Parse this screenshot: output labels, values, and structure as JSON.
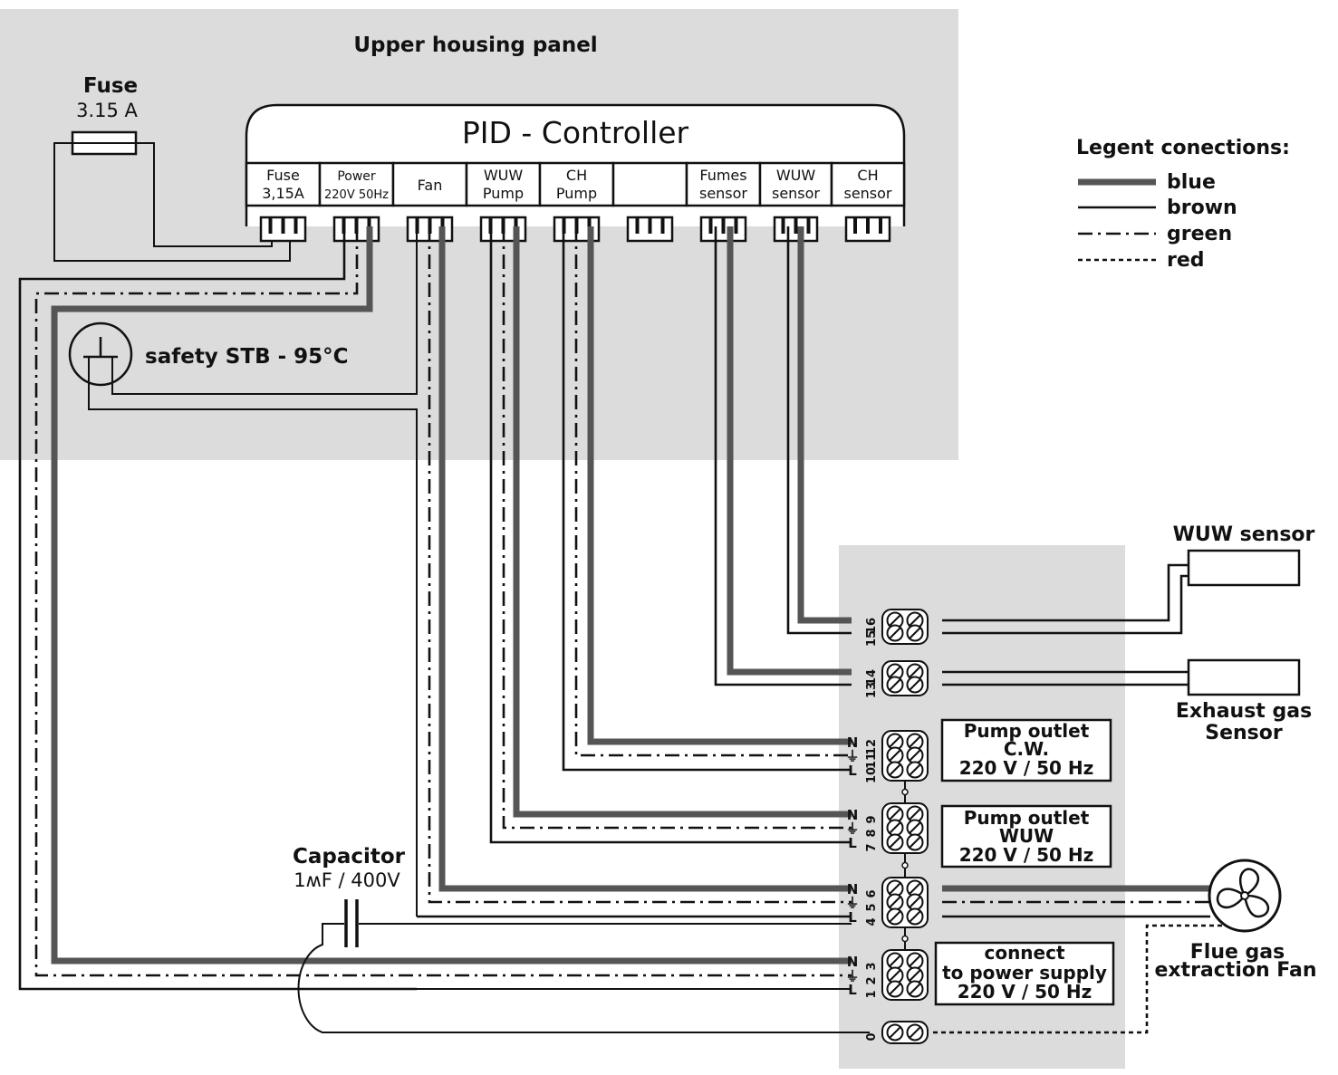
{
  "housing": {
    "title": "Upper housing panel"
  },
  "fuse": {
    "title": "Fuse",
    "rating": "3.15 A"
  },
  "controller": {
    "title": "PID - Controller",
    "slots": [
      {
        "line1": "Fuse",
        "line2": "3,15A"
      },
      {
        "line1": "Power",
        "line2": "220V 50Hz"
      },
      {
        "line1": "Fan",
        "line2": ""
      },
      {
        "line1": "WUW",
        "line2": "Pump"
      },
      {
        "line1": "CH",
        "line2": "Pump"
      },
      {
        "line1": "",
        "line2": ""
      },
      {
        "line1": "Fumes",
        "line2": "sensor"
      },
      {
        "line1": "WUW",
        "line2": "sensor"
      },
      {
        "line1": "CH",
        "line2": "sensor"
      }
    ]
  },
  "stb": {
    "label": "safety STB - 95°C"
  },
  "legend": {
    "title": "Legent conections:",
    "items": [
      {
        "label": "blue",
        "style": "thick"
      },
      {
        "label": "brown",
        "style": "solid"
      },
      {
        "label": "green",
        "style": "dash-dot"
      },
      {
        "label": "red",
        "style": "dotted"
      }
    ]
  },
  "capacitor": {
    "title": "Capacitor",
    "rating": "1ʍF / 400V"
  },
  "terminals": {
    "sensors": [
      {
        "numbers": [
          "16",
          "15"
        ]
      },
      {
        "numbers": [
          "14",
          "13"
        ]
      }
    ],
    "blocks": [
      {
        "numbers": [
          "12",
          "11",
          "10"
        ],
        "marks": [
          "N",
          "⏚",
          "L"
        ]
      },
      {
        "numbers": [
          "9",
          "8",
          "7"
        ],
        "marks": [
          "N",
          "⏚",
          "L"
        ]
      },
      {
        "numbers": [
          "6",
          "5",
          "4"
        ],
        "marks": [
          "N",
          "⏚",
          "L"
        ]
      },
      {
        "numbers": [
          "3",
          "2",
          "1"
        ],
        "marks": [
          "N",
          "⏚",
          "L"
        ]
      }
    ],
    "zero": "0"
  },
  "outlets": {
    "pump_cw": [
      "Pump outlet",
      "C.W.",
      "220 V / 50 Hz"
    ],
    "pump_wuw": [
      "Pump outlet",
      "WUW",
      "220 V / 50 Hz"
    ],
    "power": [
      "connect",
      "to power supply",
      "220 V / 50 Hz"
    ]
  },
  "devices": {
    "wuw_sensor": "WUW sensor",
    "exhaust_sensor": [
      "Exhaust gas",
      "Sensor"
    ],
    "fan": [
      "Flue gas",
      "extraction Fan"
    ]
  },
  "colors": {
    "panel": "#dcdcdc",
    "blue_wire": "#555555",
    "line": "#111111"
  }
}
